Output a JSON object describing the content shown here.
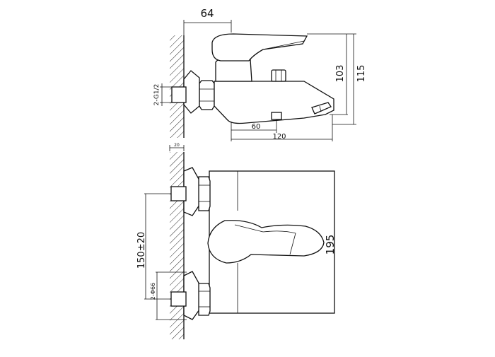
{
  "dimensions": {
    "top_width": "64",
    "height_inner": "103",
    "height_outer": "115",
    "spout_60": "60",
    "depth_120": "120",
    "thread": "2-G1/2",
    "wall_thickness": "20",
    "spacing": "150±20",
    "cover_diameter": "2-Φ66",
    "body_height": "195"
  }
}
